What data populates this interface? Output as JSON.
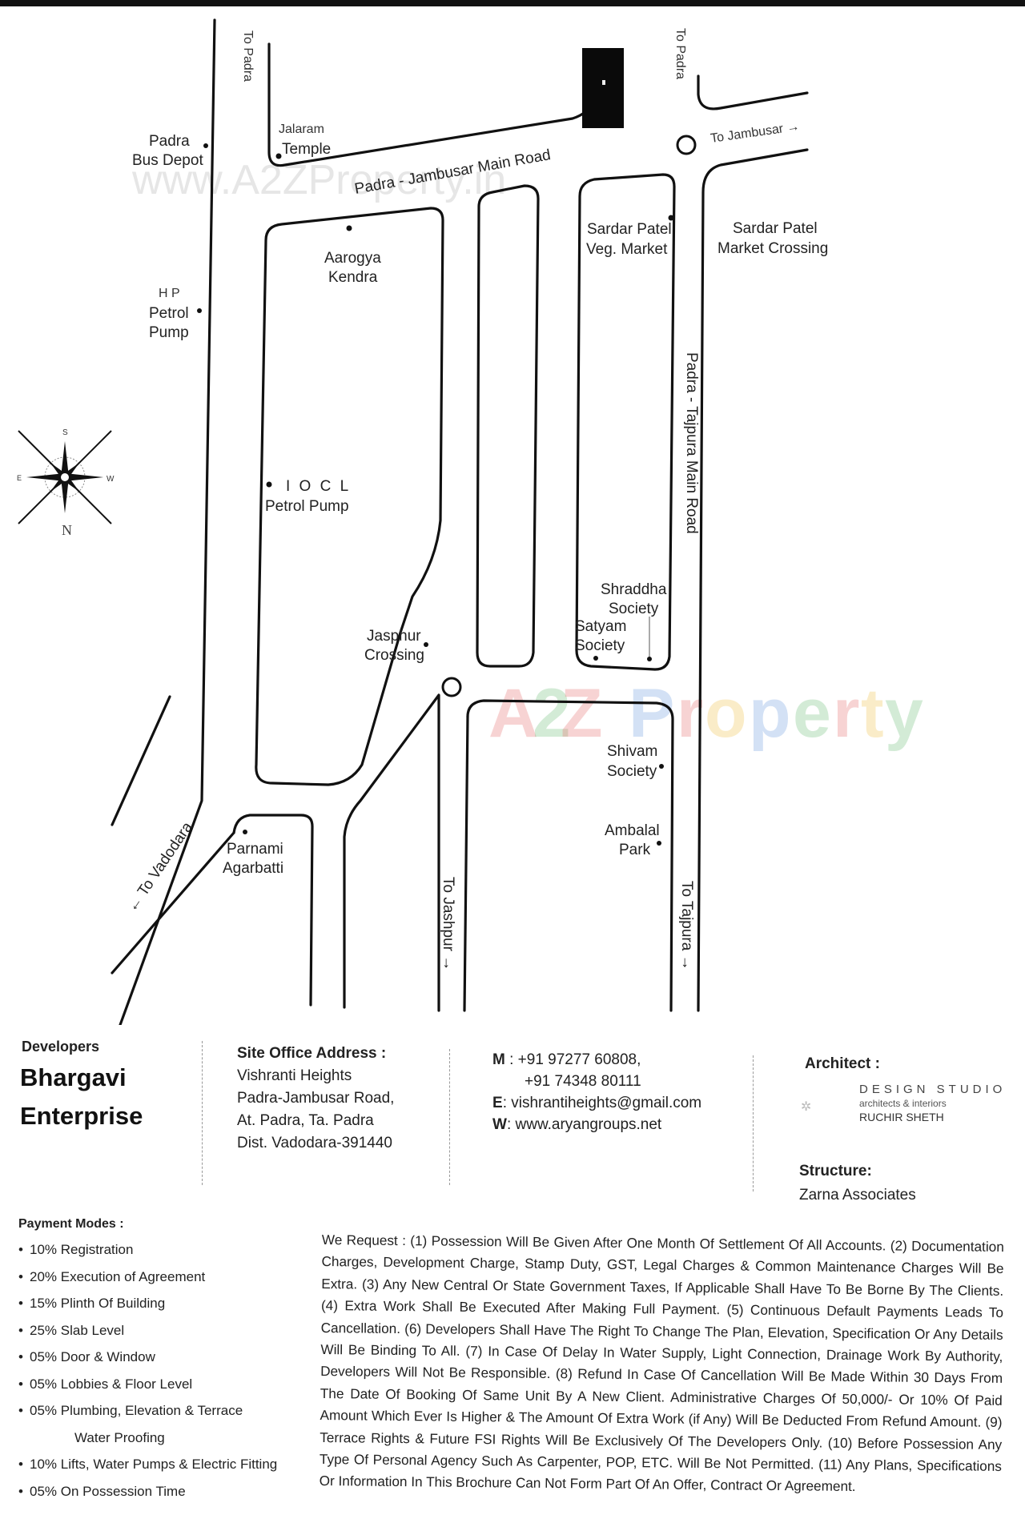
{
  "map": {
    "watermarks": {
      "url_text": "www.A2ZProperty.in",
      "brand_text": "A2Z Property",
      "brand_colors": [
        "#e8706f",
        "#6fbf7a",
        "#e8706f",
        "#6f9ee0",
        "#e87070",
        "#f1c24b",
        "#6f9ee0",
        "#6fbf7a",
        "#e87070",
        "#f1c24b",
        "#6fbf7a"
      ]
    },
    "roads": {
      "padra_jambusar_main_road": "Padra - Jambusar Main Road",
      "padra_tajpura_main_road": "Padra - Tajpura Main Road",
      "to_padra_left": "To Padra",
      "to_padra_right": "To Padra",
      "to_jambusar": "To Jambusar →",
      "to_vadodara": "← To Vadodara",
      "to_jashpur": "To Jashpur →",
      "to_tajpura": "To Tajpura →"
    },
    "landmarks": {
      "padra_bus_depot": [
        "Padra",
        "Bus Depot"
      ],
      "jalaram_temple": [
        "Jalaram",
        "Temple"
      ],
      "aarogya_kendra": [
        "Aarogya",
        "Kendra"
      ],
      "hp_petrol_pump": [
        "H P",
        "Petrol",
        "Pump"
      ],
      "sardar_patel_veg_market": [
        "Sardar Patel",
        "Veg. Market"
      ],
      "sardar_patel_market_crossing": [
        "Sardar Patel",
        "Market Crossing"
      ],
      "iocl_petrol_pump": [
        "I O C L",
        "Petrol Pump"
      ],
      "jasphur_crossing": [
        "Jasphur",
        "Crossing"
      ],
      "shraddha_society": [
        "Shraddha",
        "Society"
      ],
      "satyam_society": [
        "Satyam",
        "Society"
      ],
      "shivam_society": [
        "Shivam",
        "Society"
      ],
      "ambalal_park": [
        "Ambalal",
        "Park"
      ],
      "parnami_agarbatti": [
        "Parnami",
        "Agarbatti"
      ]
    },
    "compass": {
      "top": "S",
      "bottom": "N",
      "left": "E",
      "right": "W"
    },
    "site_marker": {
      "label": "site-building"
    }
  },
  "developers": {
    "label": "Developers",
    "name_line1": "Bhargavi",
    "name_line2": "Enterprise"
  },
  "site_office": {
    "heading": "Site Office Address :",
    "lines": [
      "Vishranti Heights",
      "Padra-Jambusar Road,",
      "At. Padra, Ta. Padra",
      "Dist. Vadodara-391440"
    ]
  },
  "contact": {
    "m_label": "M",
    "phone1": " : +91 97277 60808,",
    "phone2": "+91 74348 80111",
    "e_label": "E",
    "email": ": vishrantiheights@gmail.com",
    "w_label": "W",
    "website": ": www.aryangroups.net"
  },
  "architect": {
    "heading": "Architect :",
    "studio": "DESIGN STUDIO",
    "tagline": "architects & interiors",
    "person": "RUCHIR SHETH"
  },
  "structure": {
    "heading": "Structure:",
    "name": "Zarna Associates"
  },
  "payment_modes": {
    "heading": "Payment Modes :",
    "items": [
      "10% Registration",
      "20% Execution of Agreement",
      "15% Plinth Of Building",
      "25% Slab Level",
      "05% Door & Window",
      "05% Lobbies & Floor Level",
      "05% Plumbing, Elevation & Terrace",
      "10% Lifts, Water Pumps & Electric Fitting",
      "05% On Possession Time"
    ],
    "item7_continuation": "Water Proofing"
  },
  "terms": {
    "text": "We Request : (1) Possession Will Be Given After One Month Of Settlement Of All Accounts. (2) Documentation Charges, Development Charge, Stamp Duty, GST, Legal Charges & Common Maintenance Charges Will Be Extra. (3) Any New Central Or State Government Taxes, If Applicable Shall Have To Be Borne By The Clients. (4) Extra Work Shall Be Executed After Making Full Payment. (5) Continuous Default Payments Leads To Cancellation. (6) Developers Shall Have The Right To Change The Plan, Elevation, Specification Or Any Details Will Be Binding To All. (7) In Case Of Delay In Water Supply, Light Connection, Drainage Work By Authority, Developers Will Not Be Responsible. (8) Refund In Case Of Cancellation Will Be Made Within 30 Days From The Date Of Booking Of Same Unit By A New Client. Administrative Charges Of 50,000/- Or 10% Of Paid Amount Which Ever Is Higher & The Amount Of Extra Work (if Any) Will Be Deducted From Refund Amount. (9) Terrace Rights & Future FSI Rights Will Be Exclusively Of The Developers Only. (10) Before Possession Any Type Of Personal Agency Such As Carpenter, POP, ETC. Will Be Not Permitted. (11) Any Plans, Specifications Or Information In This Brochure Can Not Form Part Of An Offer, Contract Or Agreement."
  }
}
